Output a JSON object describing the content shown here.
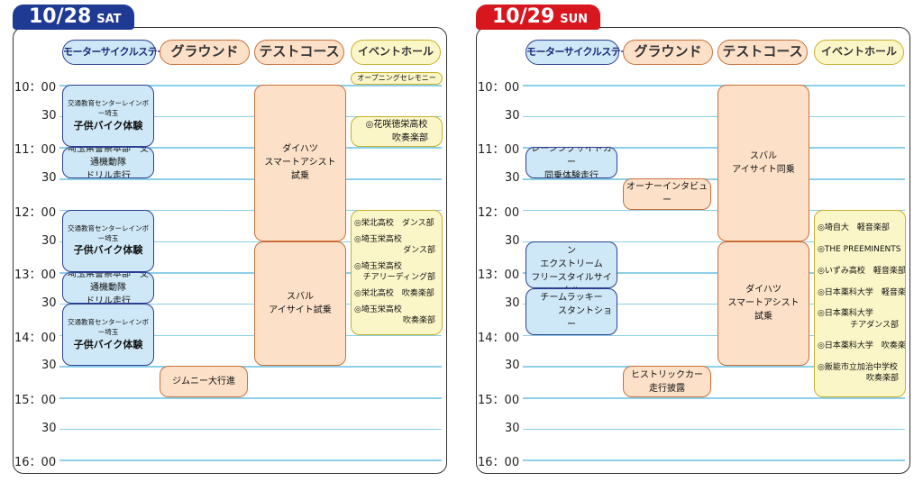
{
  "days": [
    {
      "date": "10/28",
      "weekday": "SAT",
      "badge_color": "#1f3a93",
      "headers": [
        "モーターサイクルステージ",
        "グラウンド",
        "テストコース",
        "イベントホール"
      ],
      "time_labels": [
        "10：00",
        "30",
        "11：00",
        "30",
        "12：00",
        "30",
        "13：00",
        "30",
        "14：00",
        "30",
        "15：00",
        "30",
        "16：00"
      ],
      "events": [
        {
          "col": 3,
          "start": 9.8,
          "end": 10.0,
          "type": "event",
          "small": false,
          "lines": "オープニングセレモニー"
        },
        {
          "col": 0,
          "start": 10.0,
          "end": 11.0,
          "type": "moto",
          "small": true,
          "lines": "交通教育センターレインボー埼玉",
          "sub": "子供バイク体験"
        },
        {
          "col": 0,
          "start": 11.0,
          "end": 11.5,
          "type": "moto",
          "small": false,
          "lines": "埼玉県警察本部　交通機動隊\nドリル走行"
        },
        {
          "col": 0,
          "start": 12.0,
          "end": 13.0,
          "type": "moto",
          "small": true,
          "lines": "交通教育センターレインボー埼玉",
          "sub": "子供バイク体験"
        },
        {
          "col": 0,
          "start": 13.0,
          "end": 13.5,
          "type": "moto",
          "small": false,
          "lines": "埼玉県警察本部　交通機動隊\nドリル走行"
        },
        {
          "col": 0,
          "start": 13.5,
          "end": 14.5,
          "type": "moto",
          "small": true,
          "lines": "交通教育センターレインボー埼玉",
          "sub": "子供バイク体験"
        },
        {
          "col": 1,
          "start": 14.5,
          "end": 15.0,
          "type": "ground",
          "small": false,
          "lines": "ジムニー大行進"
        },
        {
          "col": 2,
          "start": 10.0,
          "end": 12.5,
          "type": "test",
          "small": false,
          "lines": "ダイハツ\nスマートアシスト\n試乗"
        },
        {
          "col": 2,
          "start": 12.5,
          "end": 14.5,
          "type": "test",
          "small": false,
          "lines": "スバル\nアイサイト試乗"
        },
        {
          "col": 3,
          "start": 10.5,
          "end": 11.0,
          "type": "event",
          "small": false,
          "lines": "◎花咲徳栄高校\n　　　吹奏楽部"
        }
      ],
      "event_list": {
        "col": 3,
        "start": 12.0,
        "end": 14.0,
        "items": [
          {
            "text": "◎栄北高校　ダンス部",
            "right": ""
          },
          {
            "text": "◎埼玉栄高校",
            "right": "ダンス部"
          },
          {
            "text": "◎埼玉栄高校",
            "right": "チアリーディング部"
          },
          {
            "text": "◎栄北高校　吹奏楽部",
            "right": ""
          },
          {
            "text": "◎埼玉栄高校",
            "right": "吹奏楽部"
          }
        ]
      }
    },
    {
      "date": "10/29",
      "weekday": "SUN",
      "badge_color": "#d8161e",
      "headers": [
        "モーターサイクルステージ",
        "グラウンド",
        "テストコース",
        "イベントホール"
      ],
      "time_labels": [
        "10：00",
        "30",
        "11：00",
        "30",
        "12：00",
        "30",
        "13：00",
        "30",
        "14：00",
        "30",
        "15：00",
        "30",
        "16：00"
      ],
      "events": [
        {
          "col": 0,
          "start": 11.0,
          "end": 11.5,
          "type": "moto",
          "small": false,
          "lines": "レーシングサイドカー\n同乗体験走行"
        },
        {
          "col": 0,
          "start": 12.5,
          "end": 13.25,
          "type": "moto",
          "small": false,
          "lines": "ノーリミットジャパン\nエクストリーム\nフリースタイルサイクル"
        },
        {
          "col": 0,
          "start": 13.25,
          "end": 14.0,
          "type": "moto",
          "small": false,
          "lines": "チームラッキー\n　　　スタントショー"
        },
        {
          "col": 1,
          "start": 11.5,
          "end": 12.0,
          "type": "ground",
          "small": false,
          "lines": "オーナーインタビュー"
        },
        {
          "col": 1,
          "start": 14.5,
          "end": 15.0,
          "type": "ground",
          "small": false,
          "lines": "ヒストリックカー\n走行披露"
        },
        {
          "col": 2,
          "start": 10.0,
          "end": 12.5,
          "type": "test",
          "small": false,
          "lines": "スバル\nアイサイト同乗"
        },
        {
          "col": 2,
          "start": 12.5,
          "end": 14.5,
          "type": "test",
          "small": false,
          "lines": "ダイハツ\nスマートアシスト\n試乗"
        }
      ],
      "event_list": {
        "col": 3,
        "start": 12.0,
        "end": 15.0,
        "items": [
          {
            "text": "◎埼自大　軽音楽部",
            "right": ""
          },
          {
            "text": "◎THE PREEMINENTS",
            "right": ""
          },
          {
            "text": "◎いずみ高校　軽音楽部",
            "right": ""
          },
          {
            "text": "◎日本薬科大学　軽音楽部",
            "right": ""
          },
          {
            "text": "◎日本薬科大学",
            "right": "チアダンス部"
          },
          {
            "text": "◎日本薬科大学　吹奏楽部",
            "right": ""
          },
          {
            "text": "◎飯能市立加治中学校",
            "right": "吹奏楽部"
          }
        ]
      }
    }
  ]
}
